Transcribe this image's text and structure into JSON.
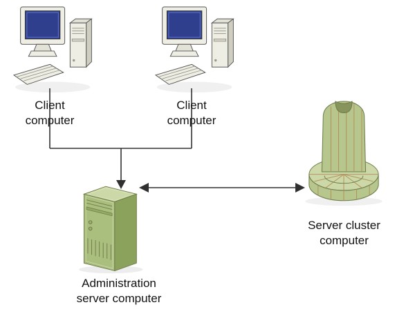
{
  "diagram": {
    "nodes": {
      "client1": {
        "line1": "Client",
        "line2": "computer"
      },
      "client2": {
        "line1": "Client",
        "line2": "computer"
      },
      "admin": {
        "line1": "Administration",
        "line2": "server computer"
      },
      "cluster": {
        "line1": "Server cluster",
        "line2": "computer"
      }
    },
    "icons": {
      "client1": "desktop-computer-icon",
      "client2": "desktop-computer-icon",
      "admin": "tower-server-icon",
      "cluster": "server-cluster-icon"
    },
    "colors": {
      "node_green": "#aabe7e",
      "node_green_dark": "#8ba25c",
      "node_green_light": "#ccd8a8",
      "cluster_green": "#b6c68c",
      "segment_tan": "#b08d57",
      "screen_blue": "#2f3f8e",
      "computer_beige": "#efeee4",
      "outline": "#555555",
      "connector": "#303030",
      "text": "#111111"
    }
  }
}
